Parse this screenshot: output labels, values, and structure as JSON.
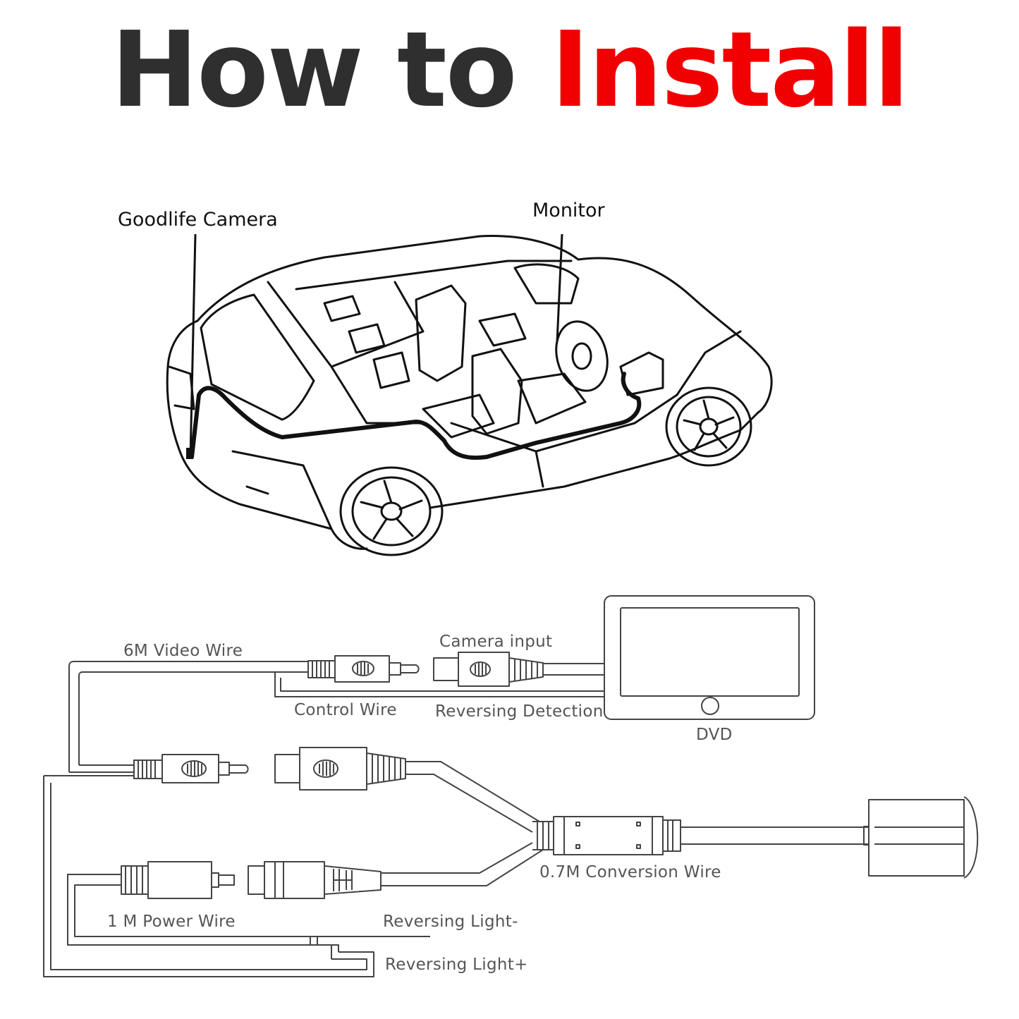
{
  "title": {
    "part1": "How to ",
    "part2": "Install",
    "color_dark": "#2f2f2f",
    "color_accent": "#f00000"
  },
  "car_diagram": {
    "camera_label": "Goodlife Camera",
    "monitor_label": "Monitor"
  },
  "wiring_diagram": {
    "labels": {
      "video_wire": "6M Video Wire",
      "camera_input": "Camera input",
      "control_wire": "Control Wire",
      "reversing_detection": "Reversing Detection",
      "dvd": "DVD",
      "conversion_wire": "0.7M Conversion Wire",
      "power_wire": "1 M Power Wire",
      "reversing_light_minus": "Reversing Light-",
      "reversing_light_plus": "Reversing Light+"
    }
  }
}
